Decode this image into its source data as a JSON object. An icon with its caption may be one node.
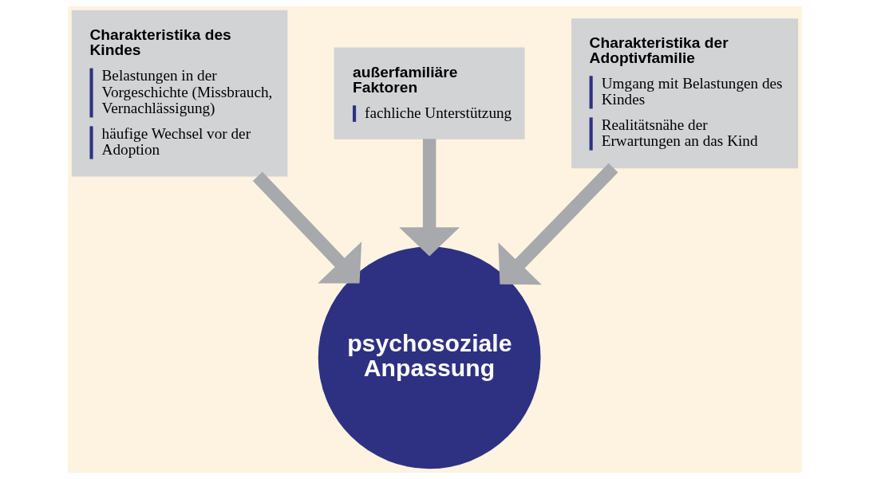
{
  "diagram": {
    "nodes": [
      {
        "text": [
          "Charakteristika des Kindes",
          "Belastungen in der Vorgeschichte (Missbrauch, Vernachlässigung)",
          "häufige Wechsel vor der Adoption"
        ]
      },
      {
        "text": [
          "außerfamiliäre Faktoren",
          "fachliche Unterstützung"
        ]
      },
      {
        "text": [
          "Charakteristika der Adoptivfamilie",
          "Umgang mit Belastungen des Kindes",
          "Realitätsnähe der Erwartungen an das Kind"
        ]
      },
      {
        "text": [
          "psychosoziale Anpassung"
        ]
      }
    ],
    "edges": [
      {
        "from": 0,
        "to": 3,
        "arrow": "to"
      },
      {
        "from": 1,
        "to": 3,
        "arrow": "to"
      },
      {
        "from": 2,
        "to": 3,
        "arrow": "to"
      }
    ]
  }
}
